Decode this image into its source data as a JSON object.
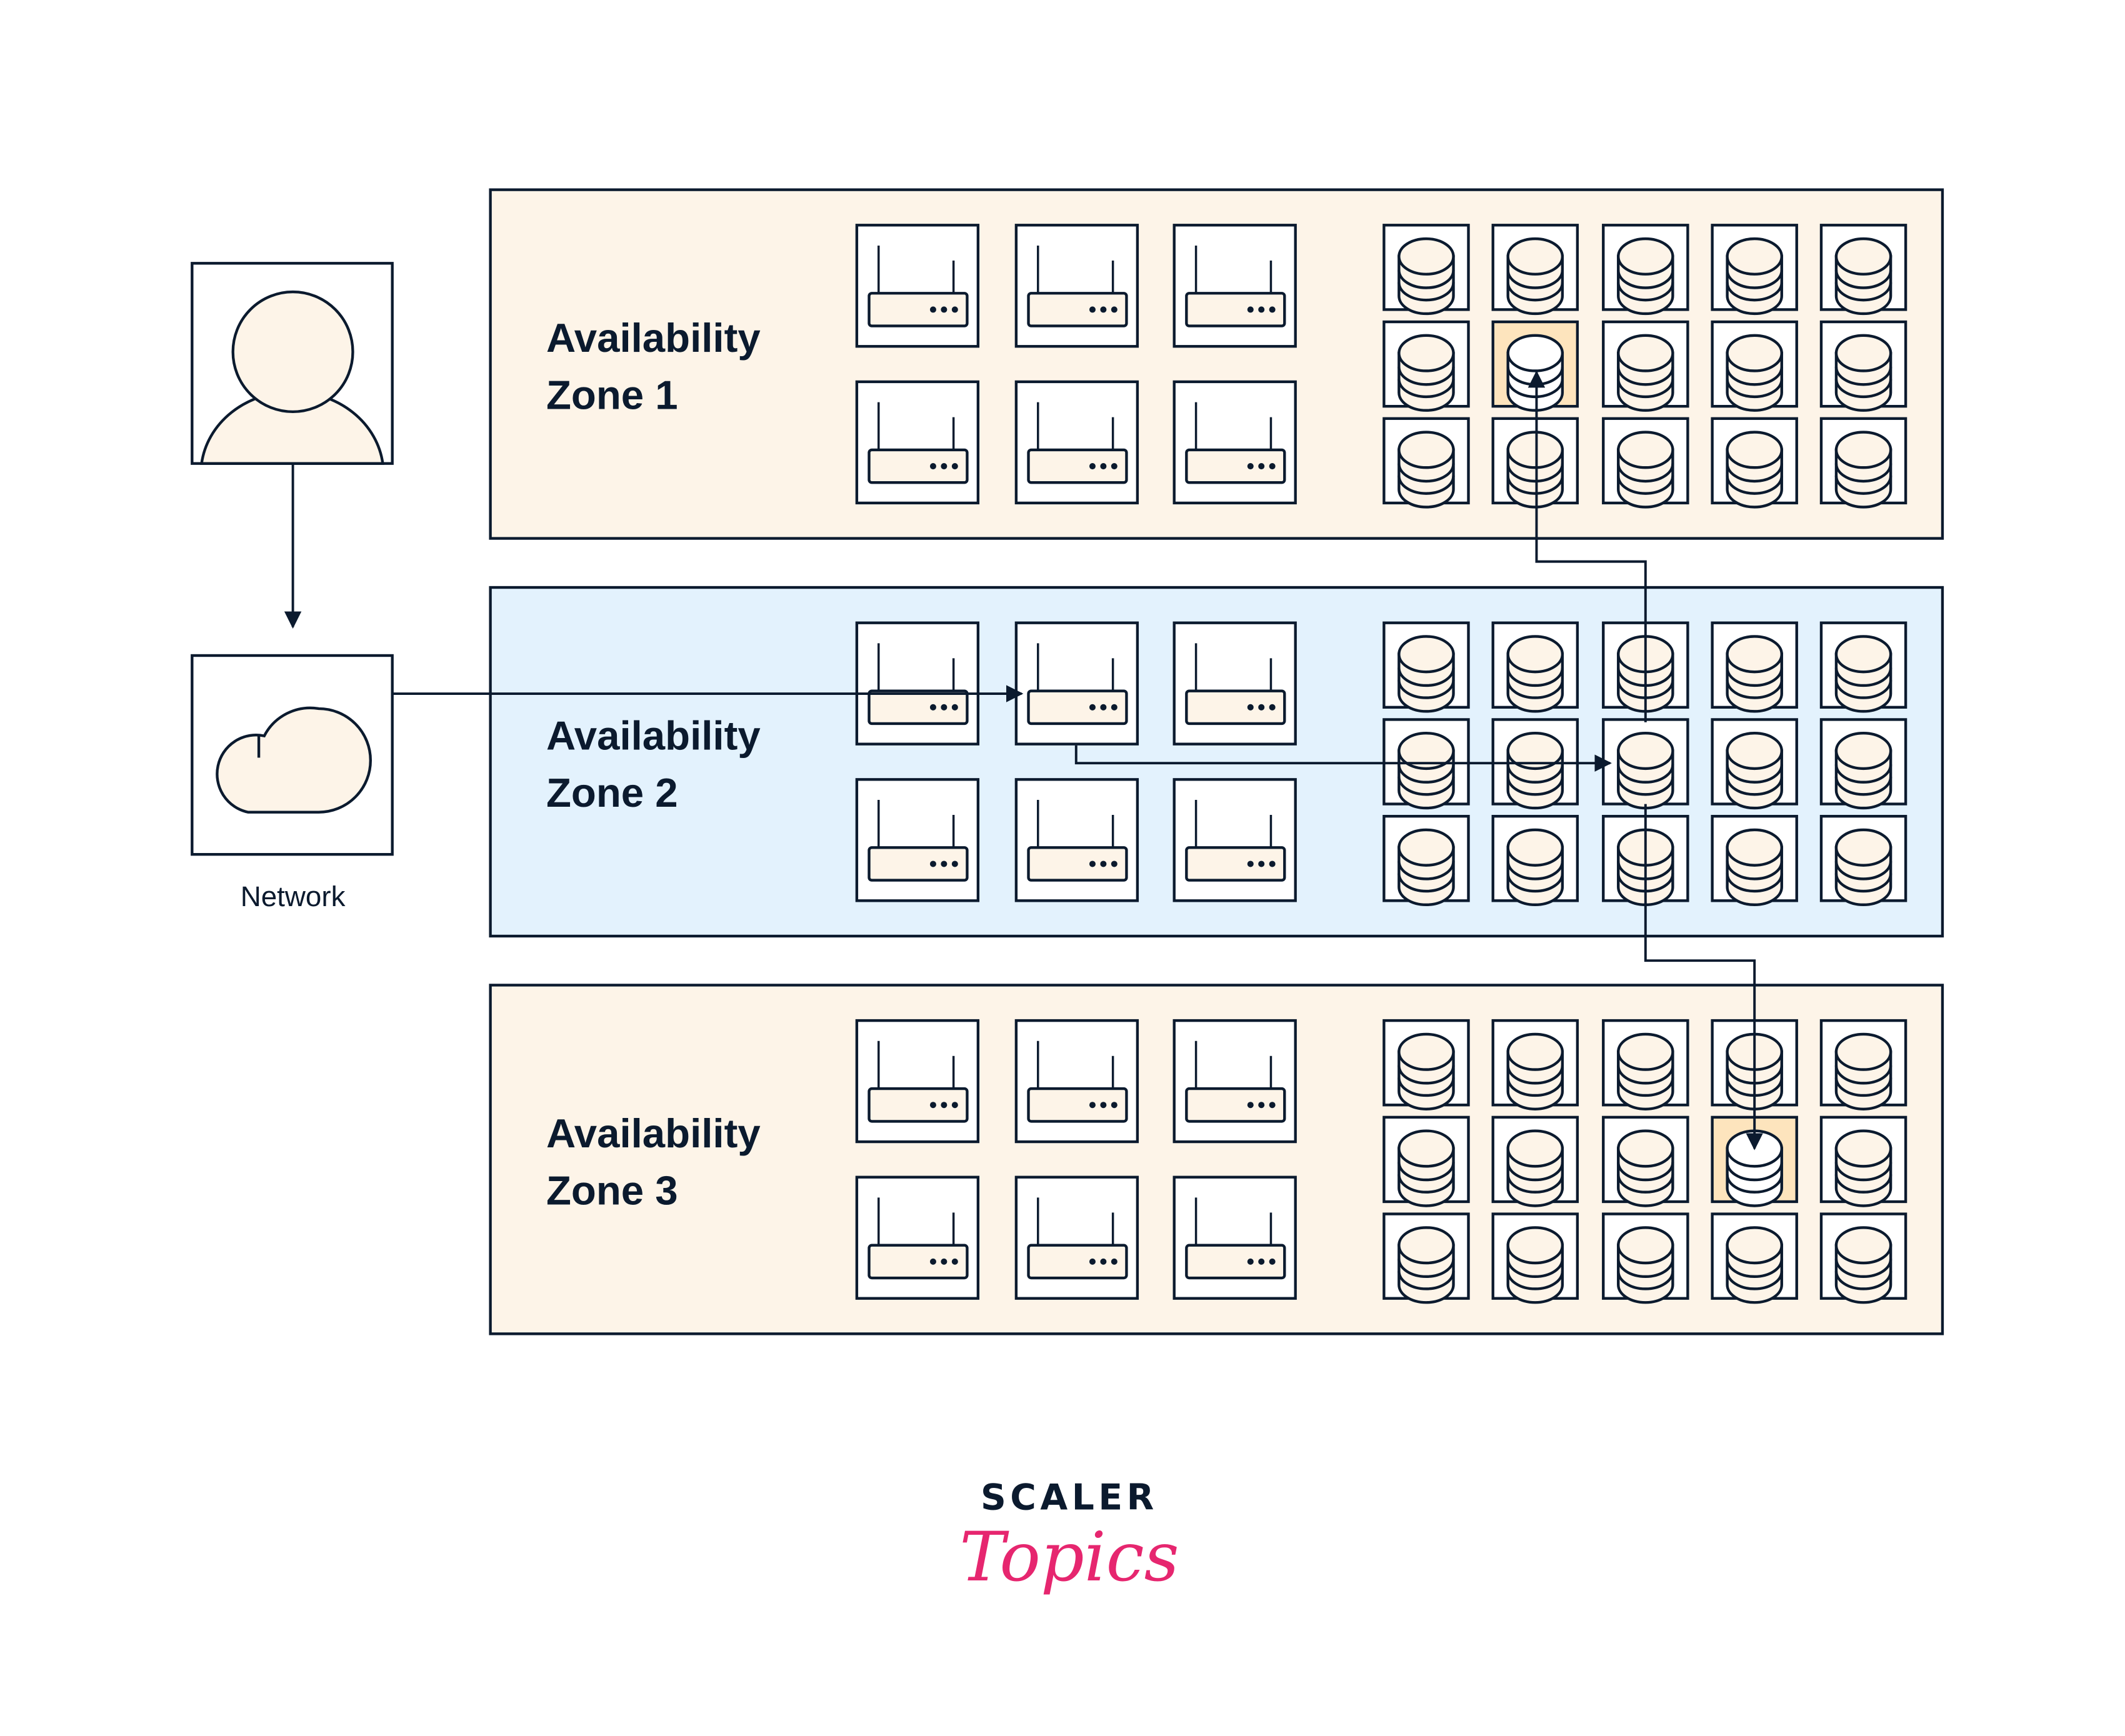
{
  "colors": {
    "ink": "#0b1a2e",
    "zone_warm": "#fdf4e8",
    "zone_cool": "#e3f2fd",
    "tile_bg": "#ffffff",
    "icon_fill": "#fdf4e8",
    "highlight": "#fde4bd",
    "brand_pink": "#e6266f"
  },
  "user": {
    "icon": "user-icon"
  },
  "network": {
    "icon": "cloud-icon",
    "label": "Network"
  },
  "zones": [
    {
      "label_line1": "Availability",
      "label_line2": "Zone 1",
      "theme": "warm",
      "highlight_db": [
        1,
        1
      ]
    },
    {
      "label_line1": "Availability",
      "label_line2": "Zone 2",
      "theme": "cool",
      "highlight_db": null
    },
    {
      "label_line1": "Availability",
      "label_line2": "Zone 3",
      "theme": "warm",
      "highlight_db": [
        1,
        3
      ]
    }
  ],
  "routers_per_zone": {
    "rows": 2,
    "cols": 3,
    "icon": "router-icon"
  },
  "databases_per_zone": {
    "rows": 3,
    "cols": 5,
    "icon": "database-icon"
  },
  "flow": [
    {
      "from": "user",
      "to": "network"
    },
    {
      "from": "network",
      "to": "zone2-router-0-1"
    },
    {
      "from": "zone2-router-0-1",
      "to": "zone2-db-1-2"
    },
    {
      "from": "zone2-db-1-2",
      "to": "zone1-db-1-1"
    },
    {
      "from": "zone2-db-1-2",
      "to": "zone3-db-1-3"
    }
  ],
  "logo": {
    "line1": "SCALER",
    "line2": "Topics"
  }
}
